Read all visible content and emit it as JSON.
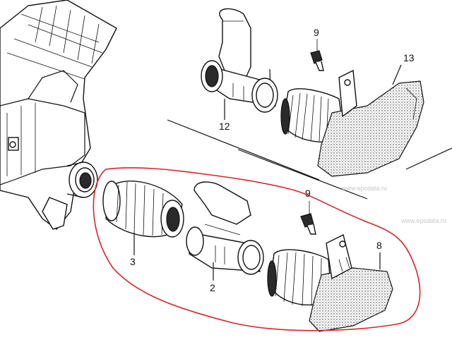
{
  "callouts": {
    "c9_top": "9",
    "c13": "13",
    "c12": "12",
    "c9_bottom": "9",
    "c8": "8",
    "c3": "3",
    "c2": "2"
  },
  "watermarks": {
    "w1": "www.epcdata.ru",
    "w2": "www.epcdata.ru"
  },
  "colors": {
    "line": "#111111",
    "highlight_outline": "#d8242a",
    "watermark": "#c7c7c7",
    "background": "#ffffff"
  }
}
